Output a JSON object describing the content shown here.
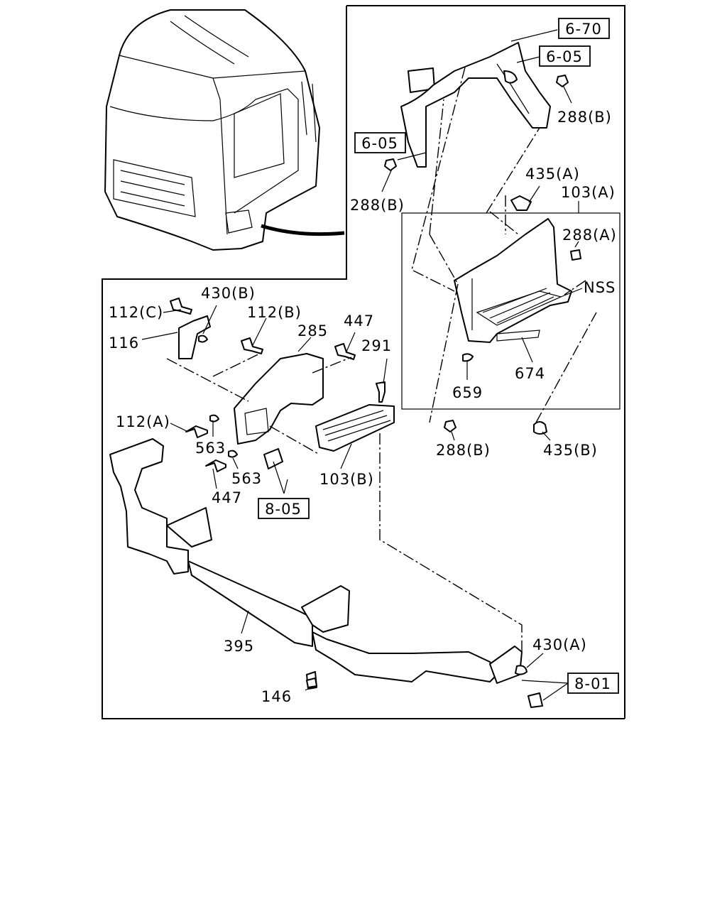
{
  "callouts": {
    "ref_670": "6-70",
    "ref_605_top": "6-05",
    "ref_605_left": "6-05",
    "ref_805": "8-05",
    "ref_801": "8-01"
  },
  "labels": {
    "l288b_top": "288(B)",
    "l288b_left": "288(B)",
    "l435a": "435(A)",
    "l103a": "103(A)",
    "l288a": "288(A)",
    "lnss": "NSS",
    "l674": "674",
    "l659": "659",
    "l288b_bottom": "288(B)",
    "l435b": "435(B)",
    "l430b": "430(B)",
    "l112c": "112(C)",
    "l112b": "112(B)",
    "l116": "116",
    "l285": "285",
    "l447_top": "447",
    "l291": "291",
    "l112a": "112(A)",
    "l563_a": "563",
    "l563_b": "563",
    "l447_bottom": "447",
    "l103b": "103(B)",
    "l395": "395",
    "l430a": "430(A)",
    "l146": "146"
  }
}
